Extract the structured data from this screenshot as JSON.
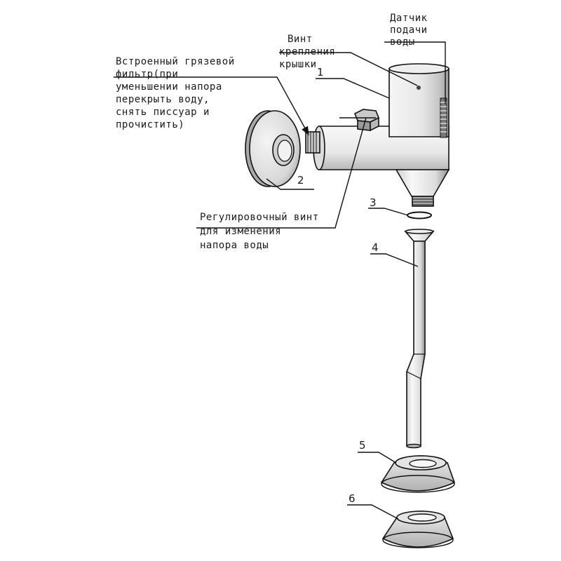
{
  "labels": {
    "sensor": [
      "Датчик",
      "подачи",
      "воды"
    ],
    "cover_screw": [
      "Винт",
      "крепления",
      "крышки"
    ],
    "filter": [
      "Встроенный грязевой",
      "фильтр(при",
      "уменьшении напора",
      "перекрыть воду,",
      "снять писсуар и",
      "прочистить)"
    ],
    "adjust_screw": [
      "Регулировочный винт",
      "для изменения",
      "напора воды"
    ]
  },
  "part_numbers": [
    "1",
    "2",
    "3",
    "4",
    "5",
    "6"
  ],
  "colors": {
    "ink": "#111111",
    "metal_light": "#f4f4f4",
    "metal_mid": "#c8c8c8",
    "metal_dark": "#8a8a8a"
  }
}
